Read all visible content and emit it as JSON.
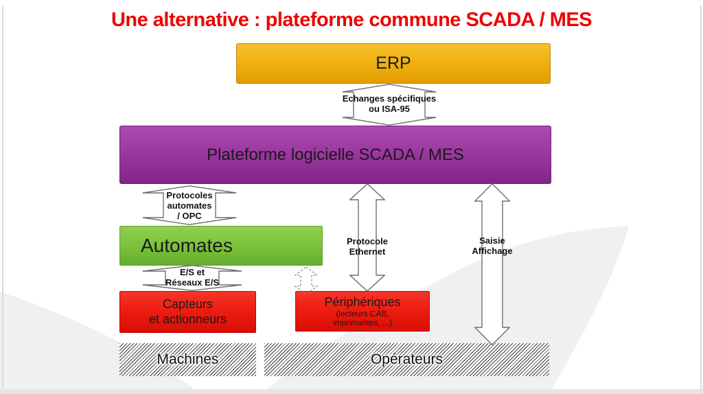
{
  "slide": {
    "title": "Une alternative : plateforme commune SCADA / MES"
  },
  "boxes": {
    "erp": {
      "label": "ERP"
    },
    "platform": {
      "label": "Plateforme logicielle SCADA / MES"
    },
    "automates": {
      "label": "Automates"
    },
    "capteurs": {
      "line1": "Capteurs",
      "line2": "et actionneurs"
    },
    "peripheriques": {
      "title": "Périphériques",
      "sub1": "(lecteurs CAB,",
      "sub2": "imprimantes, ...)"
    },
    "machines": {
      "label": "Machines"
    },
    "operateurs": {
      "label": "Opérateurs"
    }
  },
  "connectors": {
    "exchanges": {
      "line1": "Echanges spécifiques",
      "line2": "ou ISA-95"
    },
    "protocols": {
      "line1": "Protocoles",
      "line2": "automates",
      "line3": "/ OPC"
    },
    "es": {
      "line1": "E/S et",
      "line2": "Réseaux E/S"
    },
    "ethernet": {
      "line1": "Protocole",
      "line2": "Ethernet"
    },
    "saisie": {
      "line1": "Saisie",
      "line2": "Affichage"
    }
  },
  "colors": {
    "title_red": "#ee0000",
    "erp_gold": "#f1b112",
    "platform_purple": "#9b37a0",
    "automates_green": "#7cc23d",
    "device_red": "#ee1d12",
    "arrow_outline": "#6f6f6f",
    "background_swoosh": "#eff0f1"
  }
}
